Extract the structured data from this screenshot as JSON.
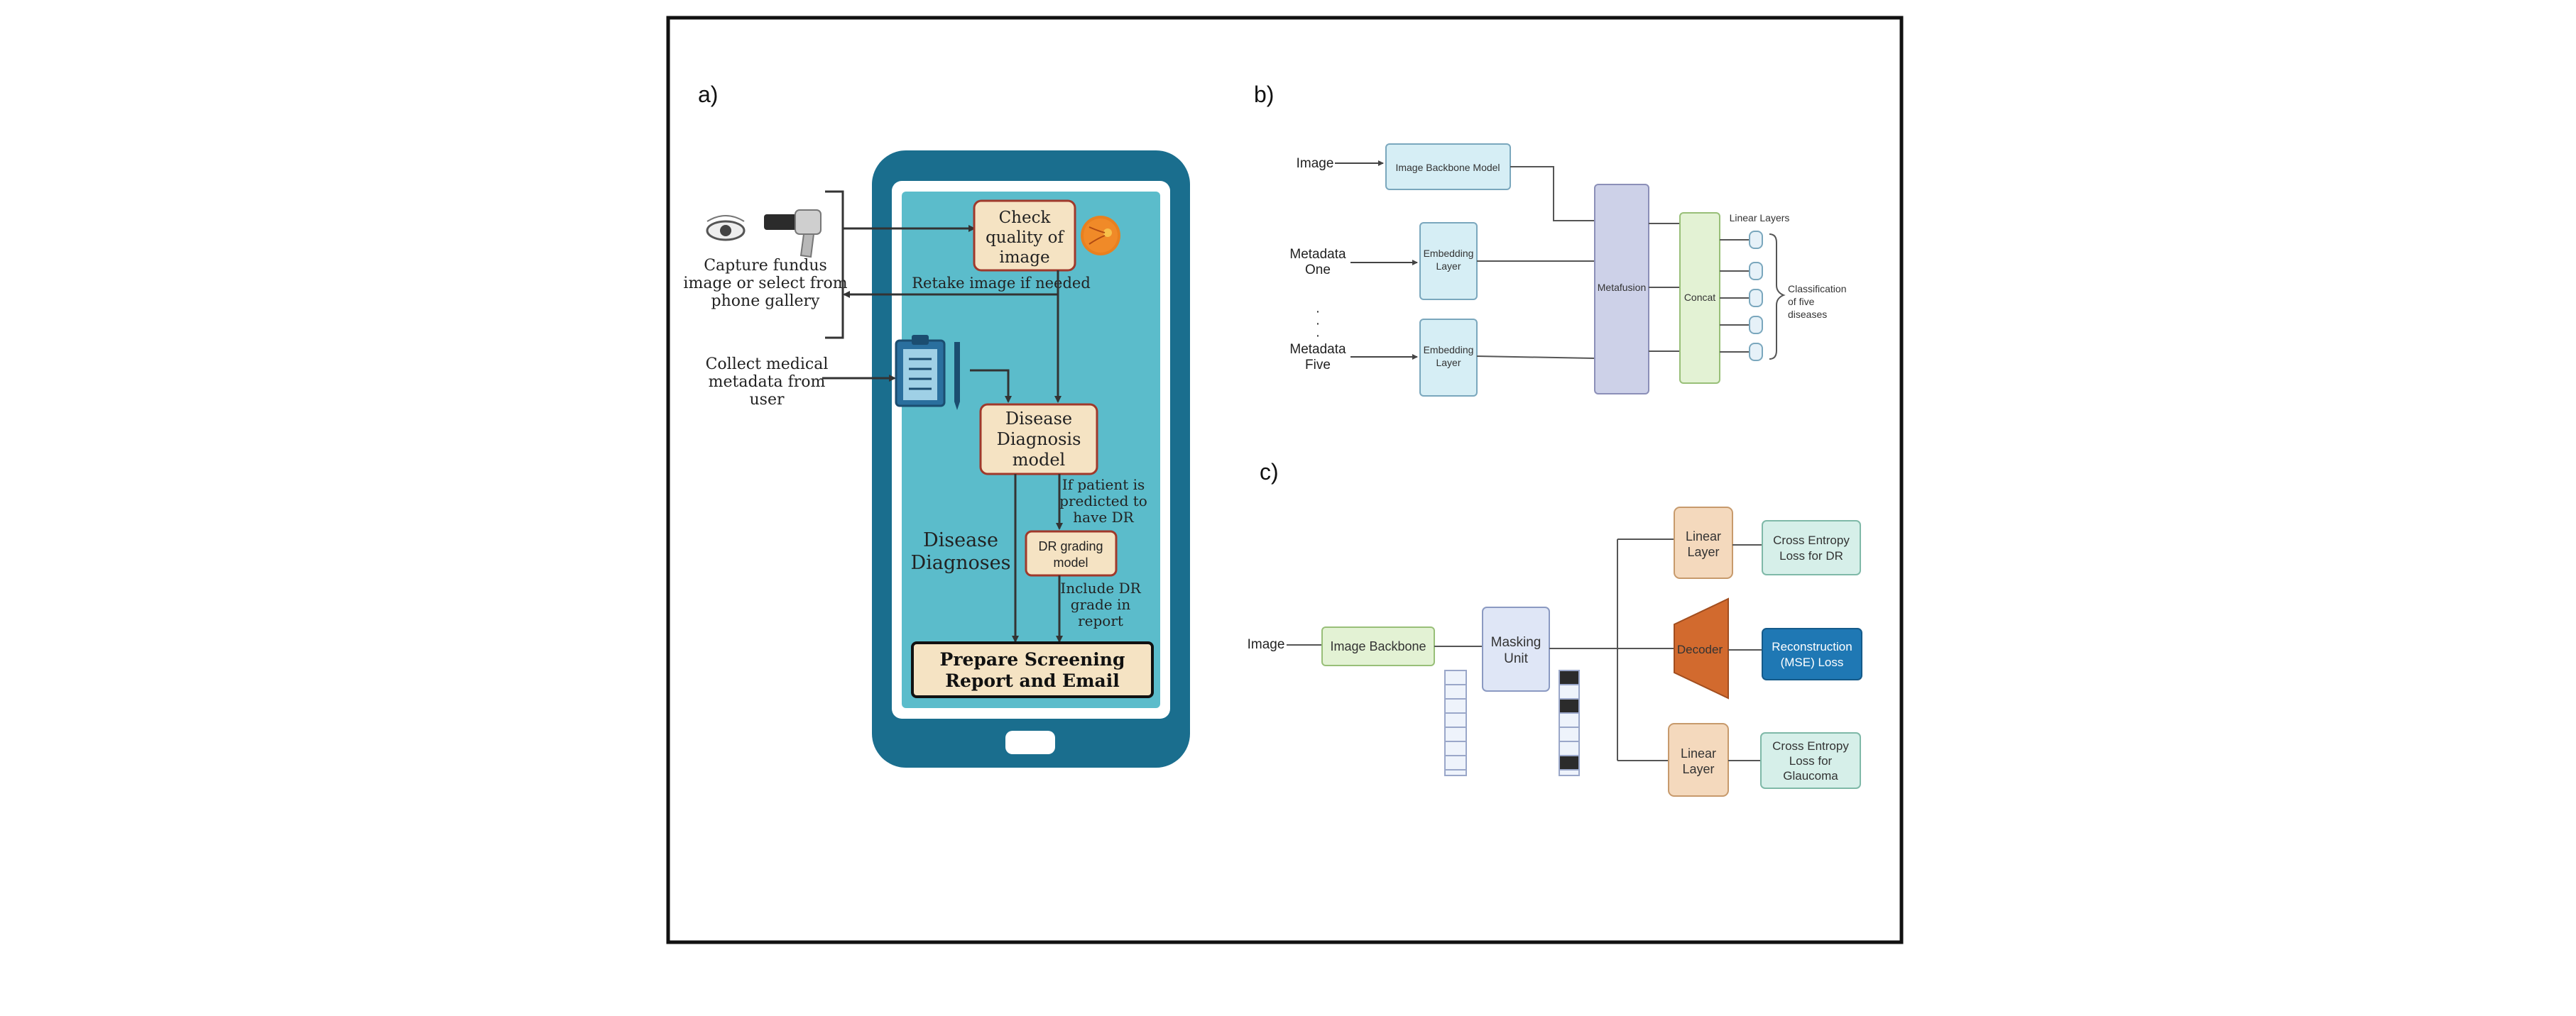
{
  "panel_a": {
    "label": "a)",
    "capture": [
      "Capture fundus",
      "image or select from",
      "phone gallery"
    ],
    "collect": [
      "Collect medical",
      "metadata from",
      "user"
    ],
    "check_quality": [
      "Check",
      "quality of",
      "image"
    ],
    "retake": "Retake image if needed",
    "diagnosis_model": [
      "Disease",
      "Diagnosis",
      "model"
    ],
    "dr_note": [
      "If patient is",
      "predicted to",
      "have DR"
    ],
    "dr_grading": [
      "DR grading",
      "model"
    ],
    "diagnoses": [
      "Disease",
      "Diagnoses"
    ],
    "include_grade": [
      "Include DR",
      "grade in",
      "report"
    ],
    "report": [
      "Prepare Screening",
      "Report and Email"
    ]
  },
  "panel_b": {
    "label": "b)",
    "image": "Image",
    "backbone": "Image Backbone Model",
    "meta_one": [
      "Metadata",
      "One"
    ],
    "meta_five": [
      "Metadata",
      "Five"
    ],
    "embedding": [
      "Embedding",
      "Layer"
    ],
    "metafusion": "Metafusion",
    "concat": "Concat",
    "linear_layers": "Linear Layers",
    "classification": [
      "Classification",
      "of five",
      "diseases"
    ]
  },
  "panel_c": {
    "label": "c)",
    "image": "Image",
    "backbone": "Image Backbone",
    "masking": [
      "Masking",
      "Unit"
    ],
    "linear": [
      "Linear",
      "Layer"
    ],
    "decoder": "Decoder",
    "loss_dr": [
      "Cross Entropy",
      "Loss for DR"
    ],
    "loss_recon": [
      "Reconstruction",
      "(MSE) Loss"
    ],
    "loss_glaucoma": [
      "Cross Entropy",
      "Loss for",
      "Glaucoma"
    ]
  },
  "colors": {
    "phone": "#1a6e8e",
    "screen": "#5bbccb",
    "tan": "#f5e3c3",
    "tan_border": "#a0392b",
    "light_blue": "#d6eef5",
    "lavender": "#cdd1e8",
    "light_green": "#e3f2d4",
    "peach": "#f4d9bd",
    "mint": "#d6efe9",
    "dark_blue": "#1f78b4",
    "orange": "#d26a2e"
  }
}
